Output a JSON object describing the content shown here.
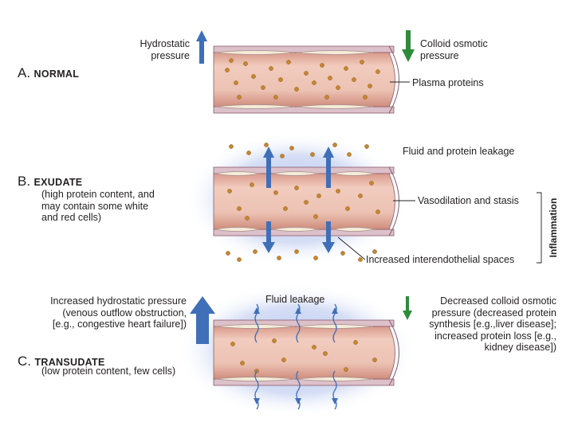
{
  "panel_a": {
    "letter": "A.",
    "title": "NORMAL",
    "hydrostatic": [
      "Hydrostatic",
      "pressure"
    ],
    "colloid": [
      "Colloid osmotic",
      "pressure"
    ],
    "plasma_proteins": "Plasma proteins"
  },
  "panel_b": {
    "letter": "B.",
    "title": "EXUDATE",
    "description": [
      "(high protein content, and",
      "may contain some white",
      "and red cells)"
    ],
    "leakage": "Fluid and protein leakage",
    "vasodilation": "Vasodilation and stasis",
    "spaces": "Increased interendothelial spaces",
    "bracket_label": "Inflammation"
  },
  "panel_c": {
    "letter": "C.",
    "title": "TRANSUDATE",
    "description": "(low protein content, few cells)",
    "hydrostatic": [
      "Increased hydrostatic pressure",
      "(venous outflow obstruction,",
      "[e.g., congestive heart failure])"
    ],
    "fluid_leakage": "Fluid leakage",
    "colloid": [
      "Decreased colloid osmotic",
      "pressure (decreased protein",
      "synthesis [e.g.,liver disease];",
      "increased protein loss [e.g.,",
      "kidney disease])"
    ]
  },
  "colors": {
    "vessel_fill": "#eabfb1",
    "vessel_dark": "#c98576",
    "wall": "#d9bcc6",
    "endothelium": "#f3ecd8",
    "protein": "#c8862e",
    "arrow_blue": "#3f6fb8",
    "arrow_green": "#2e8b3a",
    "halo_blue": "#b9c9ee",
    "stroke": "#8a5a6a"
  },
  "icons": [
    "arrow-up-icon",
    "arrow-down-icon",
    "leader-line",
    "bracket"
  ]
}
